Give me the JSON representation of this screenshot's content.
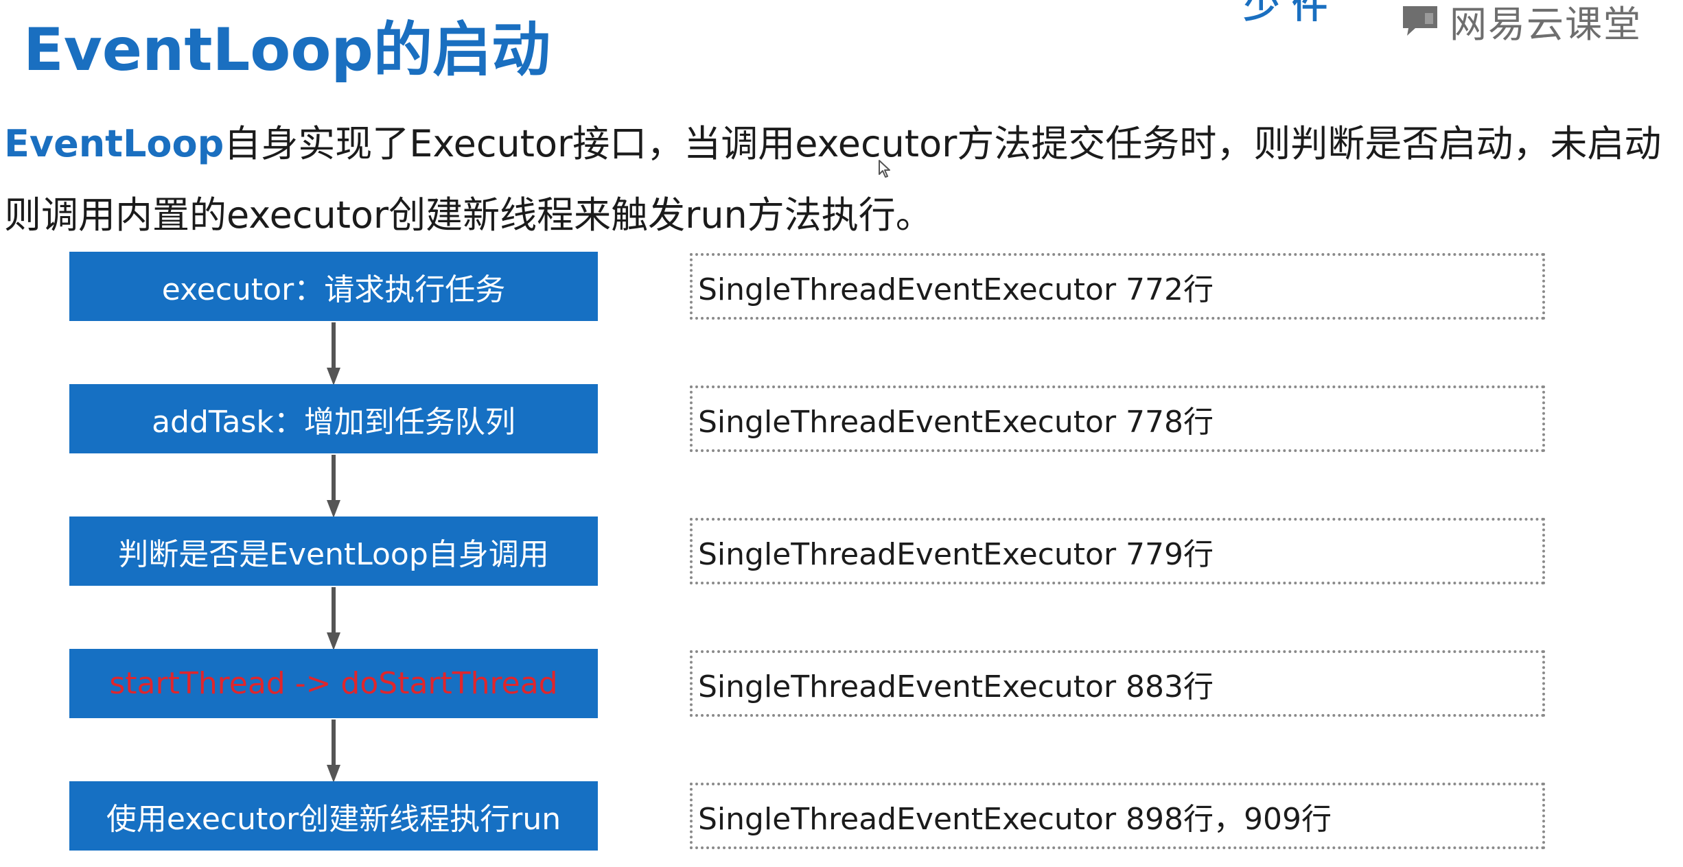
{
  "header": {
    "title": "EventLoop的启动",
    "top_fragment": "少 件",
    "brand_name": "网易云课堂",
    "brand_icon": "chat-bubble-icon"
  },
  "intro": {
    "lead": "EventLoop",
    "text": "自身实现了Executor接口，当调用executor方法提交任务时，则判断是否启动，未启动则调用内置的executor创建新线程来触发run方法执行。"
  },
  "steps": [
    {
      "label": "executor：请求执行任务"
    },
    {
      "label": "addTask：增加到任务队列"
    },
    {
      "label": "判断是否是EventLoop自身调用"
    },
    {
      "label": "startThread -> doStartThread"
    },
    {
      "label": "使用executor创建新线程执行run"
    }
  ],
  "references": [
    {
      "label": "SingleThreadEventExecutor 772行"
    },
    {
      "label": "SingleThreadEventExecutor 778行"
    },
    {
      "label": "SingleThreadEventExecutor 779行"
    },
    {
      "label": "SingleThreadEventExecutor 883行"
    },
    {
      "label": "SingleThreadEventExecutor 898行，909行"
    }
  ],
  "colors": {
    "accent": "#1670c3",
    "title": "#1a6fc0",
    "highlight_text": "#e0262c",
    "arrow": "#555555",
    "border": "#8a8a8a"
  }
}
